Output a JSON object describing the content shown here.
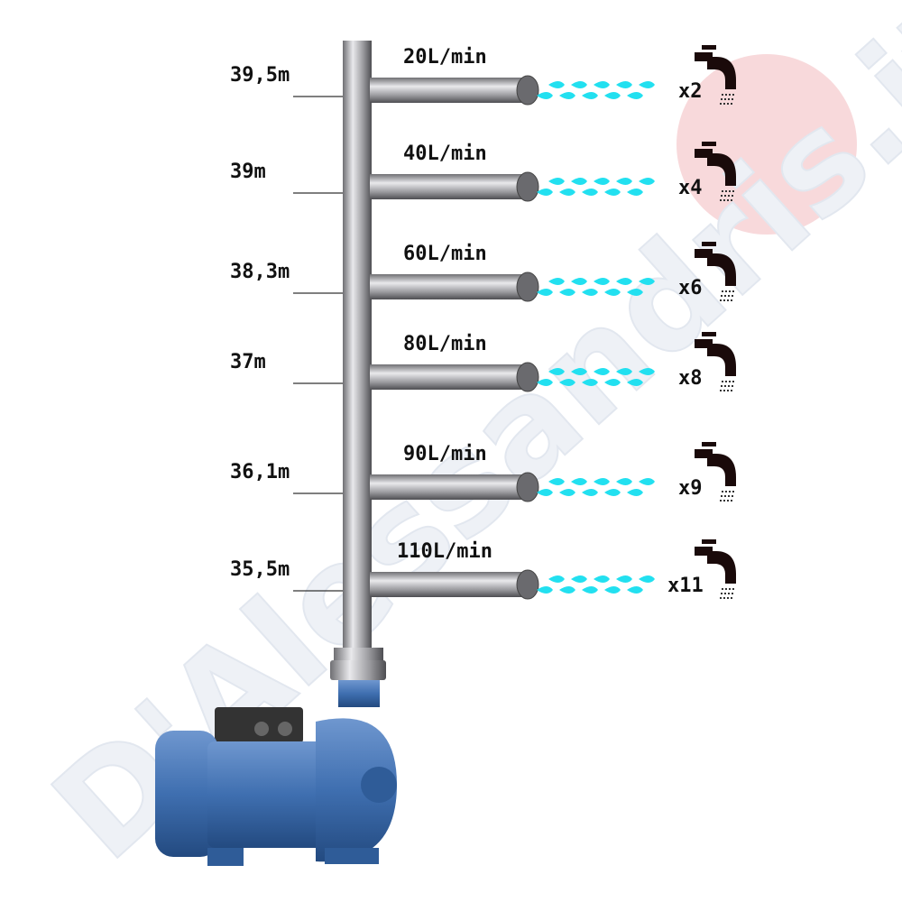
{
  "watermark": {
    "text": "D'Alessandris.it",
    "circle_color": "#f6d6d8",
    "text_color": "#dfe5ee"
  },
  "colors": {
    "pipe": "#a9a9ad",
    "water": "#22e0f0",
    "pump": "#3f6fb0",
    "faucet": "#1a0a0a"
  },
  "rows": [
    {
      "height": "39,5m",
      "flow": "20L/min",
      "taps": "x2"
    },
    {
      "height": "39m",
      "flow": "40L/min",
      "taps": "x4"
    },
    {
      "height": "38,3m",
      "flow": "60L/min",
      "taps": "x6"
    },
    {
      "height": "37m",
      "flow": "80L/min",
      "taps": "x8"
    },
    {
      "height": "36,1m",
      "flow": "90L/min",
      "taps": "x9"
    },
    {
      "height": "35,5m",
      "flow": "110L/min",
      "taps": "x11"
    }
  ]
}
